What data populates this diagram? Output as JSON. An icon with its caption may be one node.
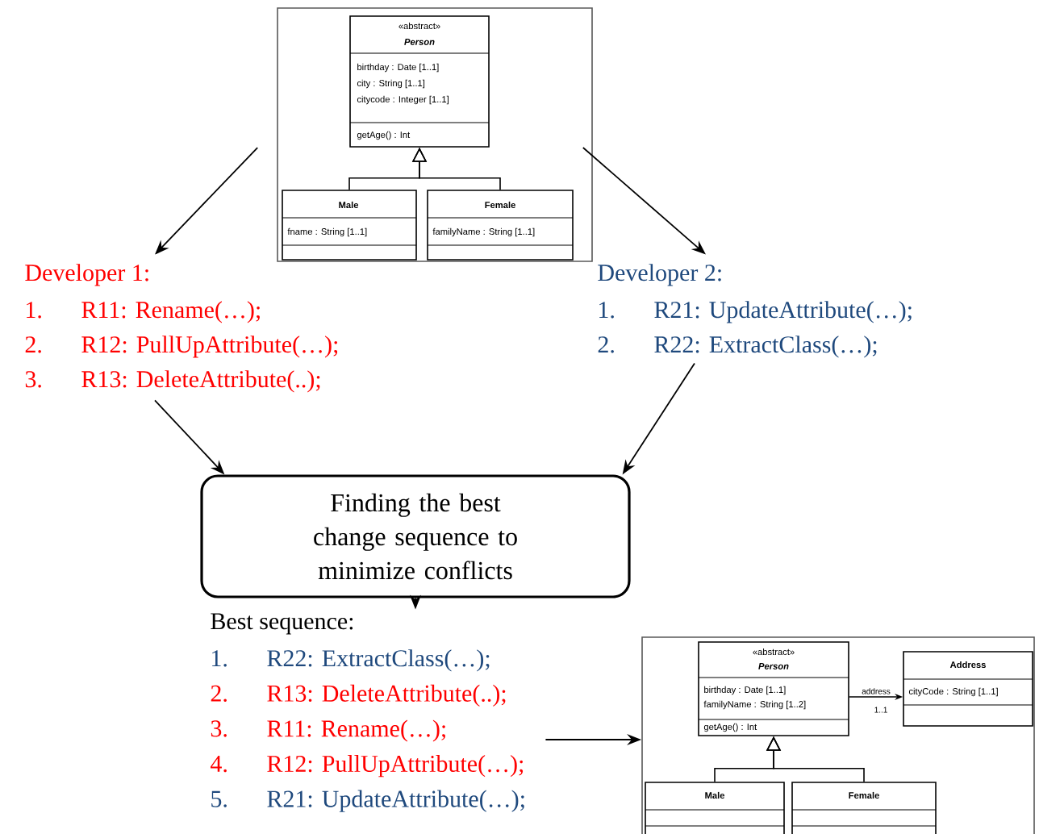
{
  "diagram": {
    "nodes": [
      {
        "text": [],
        "shape": "box"
      },
      {
        "text": [
          "«abstract»",
          "Person",
          "birthday : Date [1..1]",
          "city : String [1..1]",
          "citycode : Integer [1..1]",
          "getAge() : Int"
        ],
        "in": 0
      },
      {
        "text": [
          "Male",
          "fname : String [1..1]"
        ],
        "in": 0
      },
      {
        "text": [
          "Female",
          "familyName : String [1..1]"
        ],
        "in": 0
      },
      {
        "text": [
          "Developer 1:",
          "1.",
          "R11: Rename(…);",
          "2.",
          "R12: PullUpAttribute(…);",
          "3.",
          "R13: DeleteAttribute(..);"
        ]
      },
      {
        "text": [
          "Developer 2:",
          "1.",
          "R21: UpdateAttribute(…);",
          "2.",
          "R22: ExtractClass(…);"
        ]
      },
      {
        "text": [
          "Finding the best change sequence to minimize conflicts"
        ]
      },
      {
        "text": [
          "Best sequence:",
          "1.",
          "R22: ExtractClass(…);",
          "2.",
          "R13: DeleteAttribute(..);",
          "3.",
          "R11: Rename(…);",
          "4.",
          "R12: PullUpAttribute(…);",
          "5.",
          "R21: UpdateAttribute(…);"
        ]
      },
      {
        "text": [],
        "shape": "box"
      },
      {
        "text": [
          "«abstract»",
          "Person",
          "birthday : Date [1..1]",
          "familyName : String [1..2]",
          "getAge() : Int"
        ],
        "in": 8
      },
      {
        "text": [
          "Address",
          "cityCode : String [1..1]"
        ],
        "in": 8
      },
      {
        "text": [
          "Male"
        ],
        "in": 8
      },
      {
        "text": [
          "Female"
        ],
        "in": 8
      }
    ],
    "edges": [
      {
        "from": 0,
        "to": 4,
        "arrow": "to"
      },
      {
        "from": 0,
        "to": 5,
        "arrow": "to"
      },
      {
        "from": 4,
        "to": 6,
        "arrow": "to"
      },
      {
        "from": 5,
        "to": 6,
        "arrow": "to"
      },
      {
        "from": 6,
        "to": 7,
        "arrow": "to"
      },
      {
        "from": 7,
        "to": 8,
        "arrow": "to"
      },
      {
        "from": 2,
        "to": 1,
        "arrow": "to"
      },
      {
        "from": 3,
        "to": 1,
        "arrow": "to"
      },
      {
        "from": 9,
        "to": 10,
        "arrow": "to",
        "label": "address"
      },
      {
        "from": 11,
        "to": 9,
        "arrow": "to"
      },
      {
        "from": 12,
        "to": 9,
        "arrow": "to"
      }
    ],
    "labels": [
      "1..1"
    ]
  }
}
